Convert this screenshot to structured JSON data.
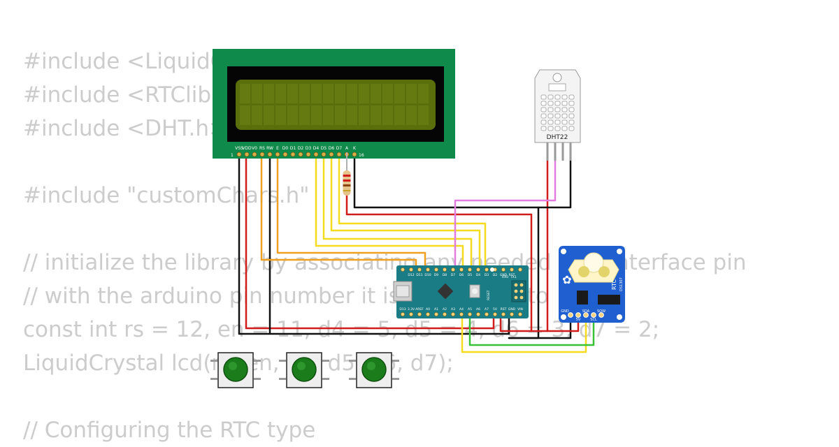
{
  "code_lines": [
    "#include <LiquidCrystal.h>",
    "#include <RTClib.h>",
    "#include <DHT.h>",
    "",
    "#include \"customChars.h\"",
    "",
    "// initialize the library by associating any needed LCD interface pin",
    "// with the arduino pin number it is connected to",
    "const int rs = 12, en = 11, d4 = 5, d5 = 4, d6 = 3, d7 = 2;",
    "LiquidCrystal lcd(rs, en, d4, d5, d6, d7);",
    "",
    "// Configuring the RTC type"
  ],
  "lcd": {
    "pin_labels": [
      "VSS",
      "VDD",
      "V0",
      "RS",
      "RW",
      "E",
      "D0",
      "D1",
      "D2",
      "D3",
      "D4",
      "D5",
      "D6",
      "D7",
      "A",
      "K"
    ],
    "pin_first": "1",
    "pin_last": "16"
  },
  "dht": {
    "label": "DHT22"
  },
  "arduino": {
    "top_labels": [
      "D12",
      "D11",
      "D10",
      "D9",
      "D8",
      "D7",
      "D6",
      "D5",
      "D4",
      "D3",
      "D2",
      "GND",
      "RST"
    ],
    "bottom_labels": [
      "D13",
      "3.3V",
      "AREF",
      "A0",
      "A1",
      "A2",
      "A3",
      "A4",
      "A5",
      "A6",
      "A7",
      "5V",
      "RST",
      "GND",
      "VIN"
    ],
    "side_labels": [
      "RX0",
      "TX1",
      "RESET"
    ]
  },
  "rtc": {
    "label": "RTC",
    "chip": "DS1307",
    "pins": [
      "GND",
      "5V",
      "SDA",
      "SCL",
      "SQW"
    ]
  },
  "buttons": {
    "count": 3,
    "color": "#1b7c1b"
  },
  "colors": {
    "lcd_board": "#0f8a4a",
    "lcd_screen": "#5b6e0c",
    "arduino": "#1a7c84",
    "rtc_board": "#1f5fd0",
    "wire_black": "#111111",
    "wire_red": "#d11c1c",
    "wire_orange": "#f0a020",
    "wire_yellow": "#f3dc1e",
    "wire_pink": "#e27de0",
    "wire_green": "#38c238"
  }
}
